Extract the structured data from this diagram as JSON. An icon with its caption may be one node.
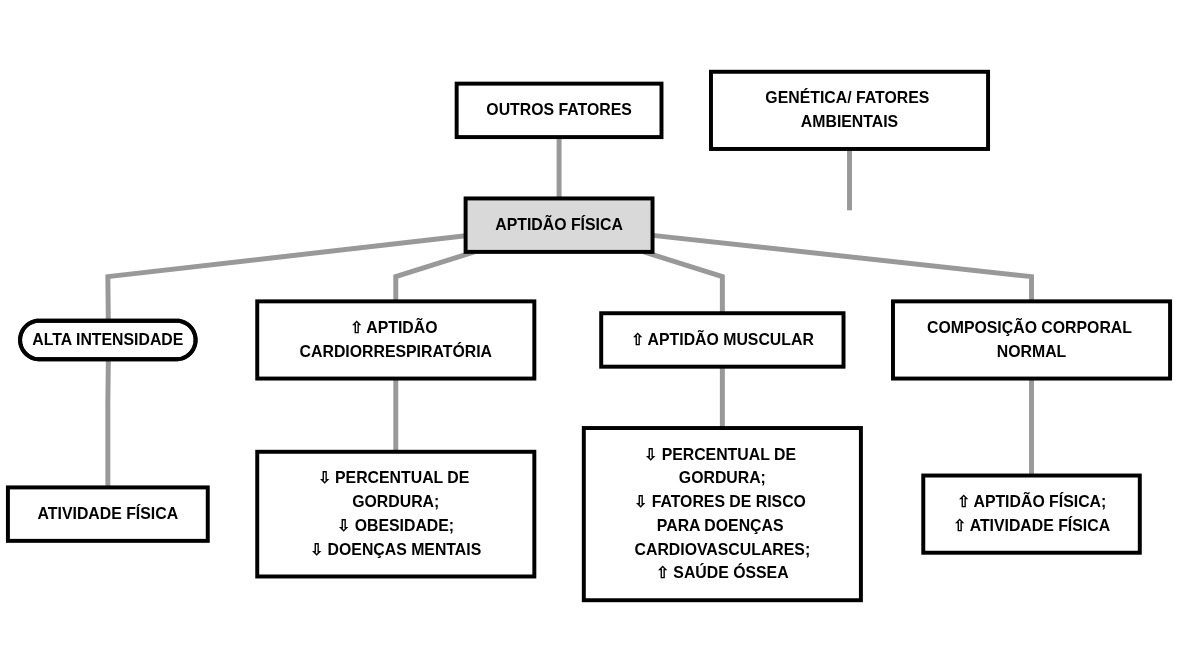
{
  "diagram": {
    "nodes": [
      {
        "text": [
          "GENÉTICA/ FATORES AMBIENTAIS"
        ]
      },
      {
        "text": [
          "OUTROS FATORES"
        ]
      },
      {
        "text": [
          "APTIDÃO FÍSICA"
        ]
      },
      {
        "text": [
          "ALTA INTENSIDADE"
        ]
      },
      {
        "text": [
          "ATIVIDADE FÍSICA"
        ]
      },
      {
        "text": [
          "⇧ APTIDÃO CARDIORRESPIRATÓRIA"
        ]
      },
      {
        "text": [
          "⇧ APTIDÃO MUSCULAR"
        ]
      },
      {
        "text": [
          "COMPOSIÇÃO CORPORAL NORMAL"
        ]
      },
      {
        "text": [
          "⇩ PERCENTUAL DE GORDURA;",
          "⇩ OBESIDADE;",
          "⇩ DOENÇAS MENTAIS"
        ]
      },
      {
        "text": [
          "⇩ PERCENTUAL DE GORDURA;",
          "⇩ FATORES DE RISCO PARA DOENÇAS CARDIOVASCULARES;",
          "⇧ SAÚDE ÓSSEA"
        ]
      },
      {
        "text": [
          "⇧ APTIDÃO FÍSICA;",
          "⇧ ATIVIDADE FÍSICA"
        ]
      }
    ],
    "edges": [
      {
        "from": 0,
        "to": null,
        "arrow": "none"
      },
      {
        "from": 1,
        "to": 2,
        "arrow": "none"
      },
      {
        "from": 2,
        "to": 3,
        "arrow": "none"
      },
      {
        "from": 3,
        "to": 4,
        "arrow": "none"
      },
      {
        "from": 2,
        "to": 5,
        "arrow": "none"
      },
      {
        "from": 2,
        "to": 6,
        "arrow": "none"
      },
      {
        "from": 2,
        "to": 7,
        "arrow": "none"
      },
      {
        "from": 5,
        "to": 8,
        "arrow": "none"
      },
      {
        "from": 6,
        "to": 9,
        "arrow": "none"
      },
      {
        "from": 7,
        "to": 10,
        "arrow": "none"
      }
    ]
  }
}
